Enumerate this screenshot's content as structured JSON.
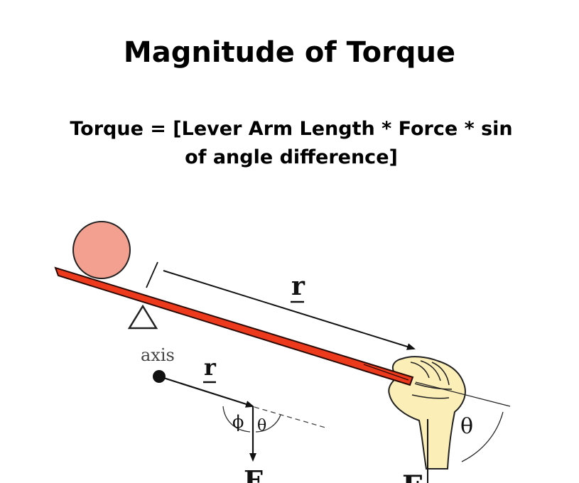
{
  "slide": {
    "title": "Magnitude of Torque",
    "subtitle_line1": "Torque = [Lever Arm Length * Force * sin",
    "subtitle_line2": "of angle difference]"
  },
  "diagram": {
    "r_label_top": "r",
    "r_label_bottom": "r",
    "axis_label": "axis",
    "phi_label": "ϕ",
    "theta_label_small": "θ",
    "theta_label_hand": "θ",
    "force_label_left": "F",
    "force_label_right": "F",
    "colors": {
      "lever": "#ee3a1c",
      "lever_outline": "#2a0a05",
      "ball": "#f4a090",
      "hand": "#fbeeb7",
      "ink": "#111111"
    }
  }
}
